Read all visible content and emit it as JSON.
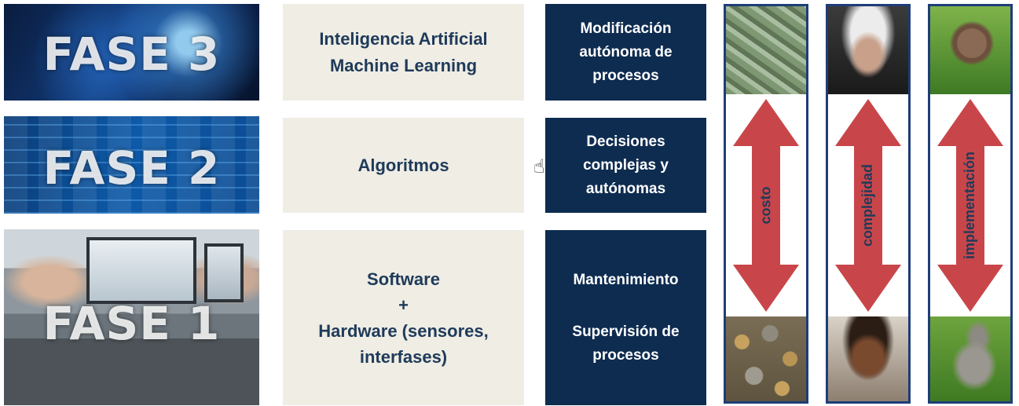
{
  "phases": [
    {
      "label": "FASE 3",
      "description_lines": [
        "Inteligencia Artificial",
        "Machine Learning"
      ],
      "outcome_lines": [
        "Modificación",
        "autónoma de",
        "procesos"
      ]
    },
    {
      "label": "FASE 2",
      "description_lines": [
        "Algoritmos"
      ],
      "outcome_lines": [
        "Decisiones",
        "complejas y",
        "autónomas"
      ]
    },
    {
      "label": "FASE 1",
      "description_lines": [
        "Software",
        "+",
        "Hardware (sensores,",
        "interfases)"
      ],
      "outcome_lines": [
        "Mantenimiento",
        "Supervisión de",
        "procesos"
      ]
    }
  ],
  "scales": [
    {
      "label": "costo",
      "top_image": "dollar-bills",
      "bottom_image": "coins"
    },
    {
      "label": "complejidad",
      "top_image": "einstein-portrait",
      "bottom_image": "child-portrait"
    },
    {
      "label": "implementación",
      "top_image": "snail",
      "bottom_image": "rabbit"
    }
  ],
  "colors": {
    "navy_box": "#0e2c50",
    "beige_box": "#efede4",
    "text_blue": "#1f3a5a",
    "arrow_red": "#c8464a",
    "scale_border": "#1e3d78"
  }
}
